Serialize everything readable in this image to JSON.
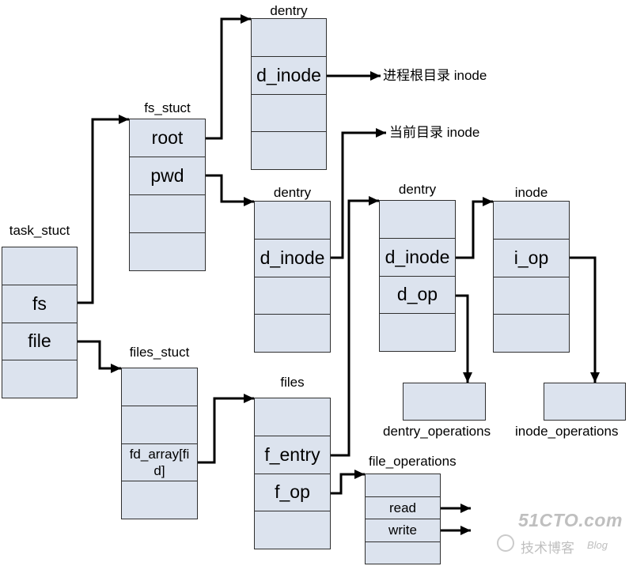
{
  "task_stuct": {
    "title": "task_stuct",
    "fs": "fs",
    "file": "file"
  },
  "fs_stuct": {
    "title": "fs_stuct",
    "root": "root",
    "pwd": "pwd"
  },
  "dentry_root": {
    "title": "dentry",
    "d_inode": "d_inode"
  },
  "dentry_pwd": {
    "title": "dentry",
    "d_inode": "d_inode"
  },
  "dentry_file": {
    "title": "dentry",
    "d_inode": "d_inode",
    "d_op": "d_op"
  },
  "inode": {
    "title": "inode",
    "i_op": "i_op"
  },
  "files_stuct": {
    "title": "files_stuct",
    "fd_array": "fd_array[fid]"
  },
  "files": {
    "title": "files",
    "f_entry": "f_entry",
    "f_op": "f_op"
  },
  "file_operations": {
    "title": "file_operations",
    "read": "read",
    "write": "write"
  },
  "dentry_operations": {
    "label": "dentry_operations"
  },
  "inode_operations": {
    "label": "inode_operations"
  },
  "notes": {
    "root_inode": "进程根目录 inode",
    "cwd_inode": "当前目录 inode"
  },
  "watermark": {
    "site": "51CTO.com",
    "tagline": "技术博客",
    "blog": "Blog"
  },
  "colors": {
    "box_fill": "#dce3ee",
    "box_border": "#2f2f2f",
    "arrow": "#000000",
    "watermark": "#b5b5b5"
  }
}
